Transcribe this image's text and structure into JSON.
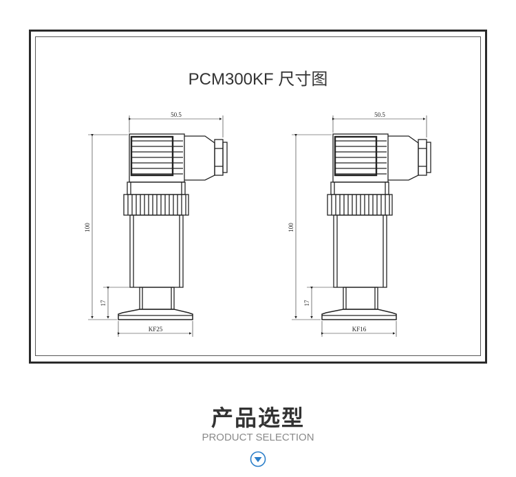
{
  "drawing": {
    "title": "PCM300KF 尺寸图",
    "sensors": [
      {
        "width_dim": "50.5",
        "height_dim": "100",
        "flange_height_dim": "17",
        "flange_label": "KF25"
      },
      {
        "width_dim": "50.5",
        "height_dim": "100",
        "flange_height_dim": "17",
        "flange_label": "KF16"
      }
    ]
  },
  "section": {
    "title": "产品选型",
    "subtitle": "PRODUCT SELECTION",
    "scroll_icon": "chevron-down-circle-icon",
    "accent_color": "#2a7ec9"
  }
}
